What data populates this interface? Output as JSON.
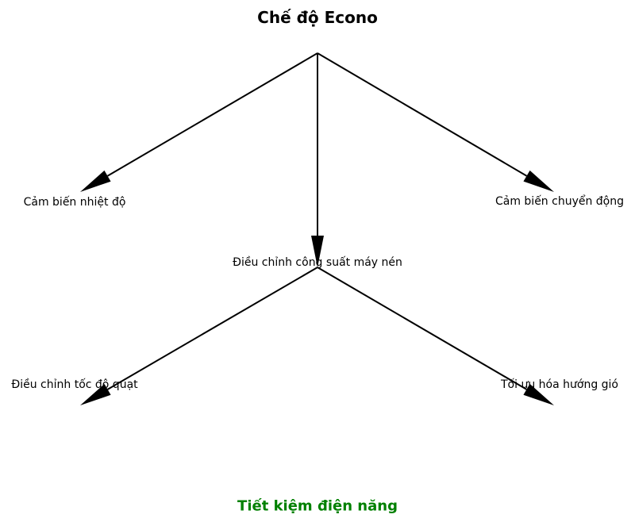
{
  "title": "Chế độ Econo",
  "footer": "Tiết kiệm điện năng",
  "footer_color": "#008000",
  "nodes": {
    "temp": "Cảm biến nhiệt độ",
    "motion": "Cảm biến chuyển động",
    "compressor": "Điều chỉnh công suất máy nén",
    "fan": "Điều chỉnh tốc độ quạt",
    "airflow": "Tối ưu hóa hướng gió"
  },
  "edges": [
    {
      "from": "root",
      "to": "temp"
    },
    {
      "from": "root",
      "to": "compressor"
    },
    {
      "from": "root",
      "to": "motion"
    },
    {
      "from": "compressor",
      "to": "fan"
    },
    {
      "from": "compressor",
      "to": "airflow"
    }
  ]
}
